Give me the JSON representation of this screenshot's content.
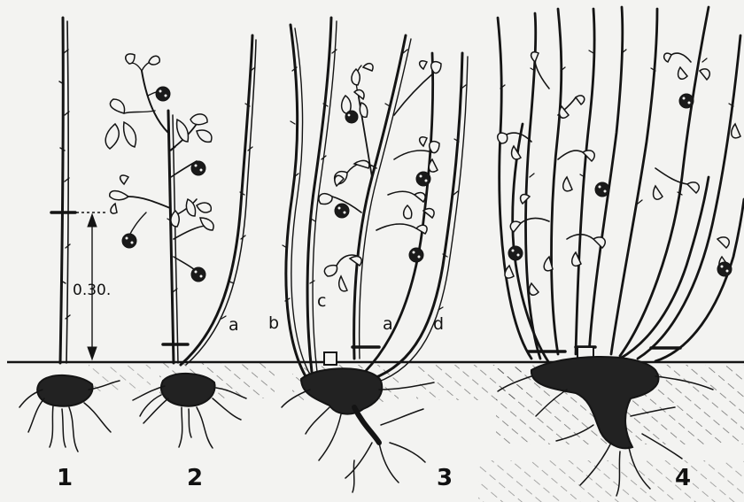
{
  "figure": {
    "stage_labels": [
      "1",
      "2",
      "3",
      "4"
    ],
    "measurement_label": "0.30.",
    "cane_labels": {
      "plant2_a": "a",
      "plant3_b": "b",
      "plant3_c": "c",
      "plant3_a": "a",
      "plant3_d": "d"
    }
  },
  "colors": {
    "paper": "#f3f3f1",
    "ink": "#141414"
  }
}
